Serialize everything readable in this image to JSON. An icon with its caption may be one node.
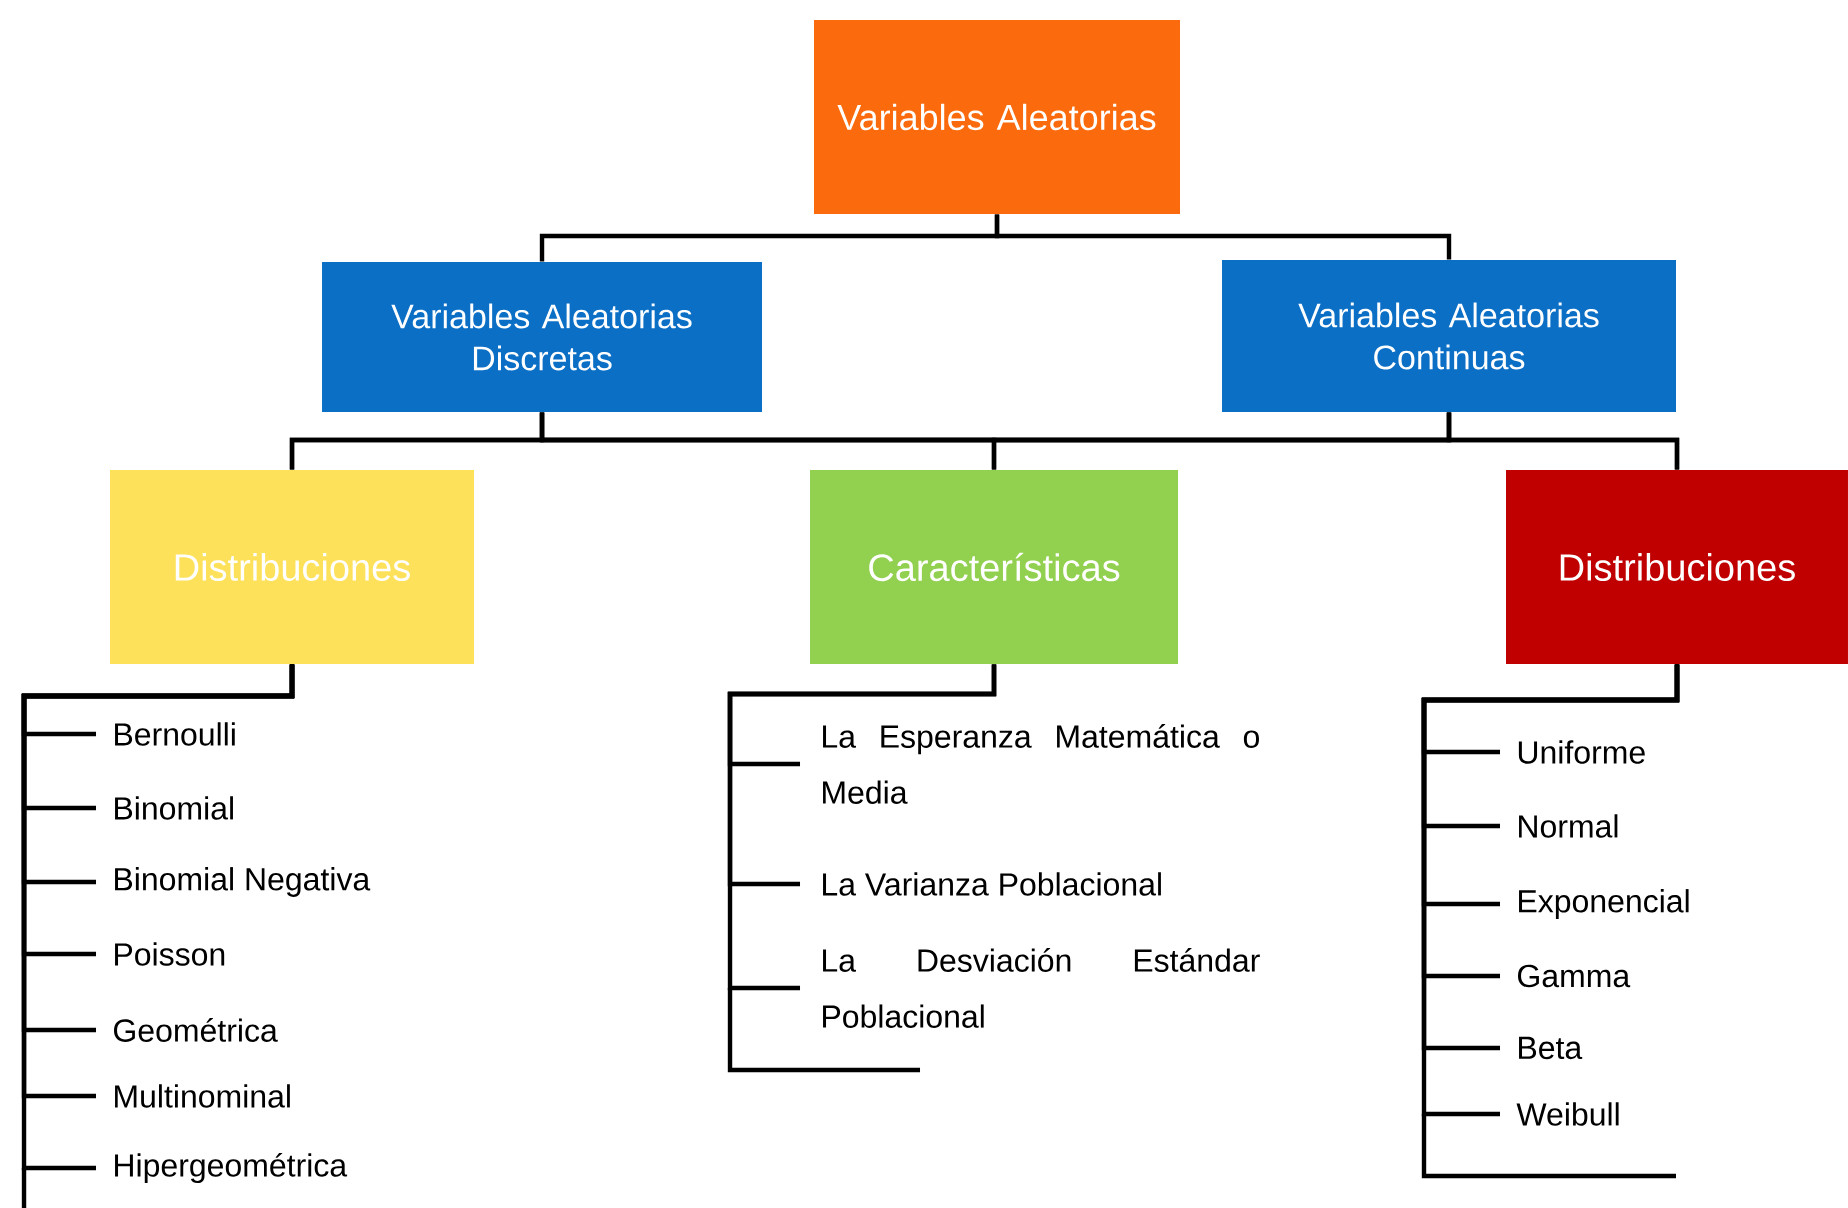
{
  "diagram": {
    "nodes": [
      {
        "text": [
          "Variables Aleatorias"
        ]
      },
      {
        "text": [
          "Variables Aleatorias Discretas"
        ]
      },
      {
        "text": [
          "Variables Aleatorias Continuas"
        ]
      },
      {
        "text": [
          "Distribuciones"
        ]
      },
      {
        "text": [
          "Características"
        ]
      },
      {
        "text": [
          "Distribuciones"
        ]
      },
      {
        "text": [
          "Bernoulli"
        ]
      },
      {
        "text": [
          "Binomial"
        ]
      },
      {
        "text": [
          "Binomial Negativa"
        ]
      },
      {
        "text": [
          "Poisson"
        ]
      },
      {
        "text": [
          "Geométrica"
        ]
      },
      {
        "text": [
          "Multinominal"
        ]
      },
      {
        "text": [
          "Hipergeométrica"
        ]
      },
      {
        "text": [
          "La Esperanza Matemática o Media"
        ]
      },
      {
        "text": [
          "La Varianza Poblacional"
        ]
      },
      {
        "text": [
          "La Desviación Estándar Poblacional"
        ]
      },
      {
        "text": [
          "Uniforme"
        ]
      },
      {
        "text": [
          "Normal"
        ]
      },
      {
        "text": [
          "Exponencial"
        ]
      },
      {
        "text": [
          "Gamma"
        ]
      },
      {
        "text": [
          "Beta"
        ]
      },
      {
        "text": [
          "Weibull"
        ]
      }
    ],
    "edges": [
      {
        "from": 0,
        "to": 1,
        "arrow": "none"
      },
      {
        "from": 0,
        "to": 2,
        "arrow": "none"
      },
      {
        "from": 1,
        "to": 3,
        "arrow": "none"
      },
      {
        "from": 1,
        "to": 4,
        "arrow": "none"
      },
      {
        "from": 1,
        "to": 5,
        "arrow": "none"
      },
      {
        "from": 2,
        "to": 3,
        "arrow": "none"
      },
      {
        "from": 2,
        "to": 4,
        "arrow": "none"
      },
      {
        "from": 2,
        "to": 5,
        "arrow": "none"
      },
      {
        "from": 3,
        "to": 6,
        "arrow": "none"
      },
      {
        "from": 3,
        "to": 7,
        "arrow": "none"
      },
      {
        "from": 3,
        "to": 8,
        "arrow": "none"
      },
      {
        "from": 3,
        "to": 9,
        "arrow": "none"
      },
      {
        "from": 3,
        "to": 10,
        "arrow": "none"
      },
      {
        "from": 3,
        "to": 11,
        "arrow": "none"
      },
      {
        "from": 3,
        "to": 12,
        "arrow": "none"
      },
      {
        "from": 4,
        "to": 13,
        "arrow": "none"
      },
      {
        "from": 4,
        "to": 14,
        "arrow": "none"
      },
      {
        "from": 4,
        "to": 15,
        "arrow": "none"
      },
      {
        "from": 5,
        "to": 16,
        "arrow": "none"
      },
      {
        "from": 5,
        "to": 17,
        "arrow": "none"
      },
      {
        "from": 5,
        "to": 18,
        "arrow": "none"
      },
      {
        "from": 5,
        "to": 19,
        "arrow": "none"
      },
      {
        "from": 5,
        "to": 20,
        "arrow": "none"
      },
      {
        "from": 5,
        "to": 21,
        "arrow": "none"
      }
    ]
  }
}
